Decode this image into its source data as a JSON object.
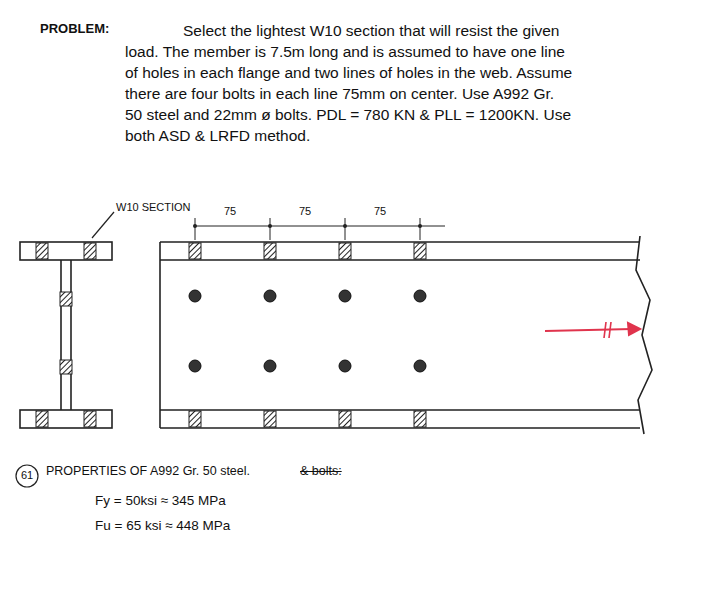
{
  "diagram": {
    "labels": [
      "PROBLEM:",
      "Select the lightest W10 section that will resist the given load. The member is 7.5m long and is assumed to have one line of holes in each flange and two lines of holes in the web. Assume there are four bolts in each line 75mm on center. Use A992 Gr. 50 steel and 22mm ø bolts. PDL = 780 KN & PLL = 1200KN. Use both ASD & LRFD method.",
      "W10 SECTION",
      "75",
      "75",
      "75",
      "61",
      "PROPERTIES OF A992 Gr. 50 steel.",
      "& bolts:",
      "Fy = 50ksi ≈ 345 MPa",
      "Fu = 65 ksi ≈ 448 MPa"
    ]
  }
}
